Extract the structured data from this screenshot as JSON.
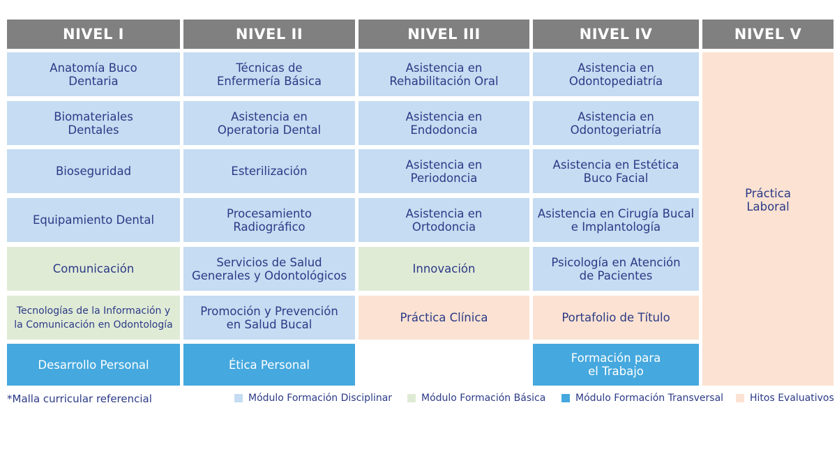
{
  "headers": [
    "NIVEL I",
    "NIVEL II",
    "NIVEL III",
    "NIVEL IV",
    "NIVEL V"
  ],
  "cells": {
    "n1": [
      "Anatomía Buco\nDentaria",
      "Biomateriales\nDentales",
      "Bioseguridad",
      "Equipamiento Dental",
      "Comunicación",
      "Tecnologías de la Información y\nla Comunicación en Odontología",
      "Desarrollo Personal"
    ],
    "n2": [
      "Técnicas de\nEnfermería Básica",
      "Asistencia en\nOperatoria Dental",
      "Esterilización",
      "Procesamiento\nRadiográfico",
      "Servicios de Salud\nGenerales y Odontológicos",
      "Promoción y Prevención\nen Salud Bucal",
      "Ética Personal"
    ],
    "n3": [
      "Asistencia en\nRehabilitación Oral",
      "Asistencia en\nEndodoncia",
      "Asistencia en\nPeriodoncia",
      "Asistencia en\nOrtodoncia",
      "Innovación",
      "Práctica Clínica"
    ],
    "n4": [
      "Asistencia en\nOdontopediatría",
      "Asistencia en\nOdontogeriatría",
      "Asistencia en Estética\nBuco Facial",
      "Asistencia en Cirugía Bucal\ne Implantología",
      "Psicología en Atención\nde Pacientes",
      "Portafolio de Título",
      "Formación para\nel Trabajo"
    ],
    "n5": "Práctica\nLaboral"
  },
  "footnote": "*Malla curricular referencial",
  "legend": [
    {
      "label": "Módulo Formación Disciplinar",
      "color": "#c5dcf2"
    },
    {
      "label": "Módulo Formación Básica",
      "color": "#e0ebd6"
    },
    {
      "label": "Módulo Formación Transversal",
      "color": "#45a8de"
    },
    {
      "label": "Hitos Evaluativos",
      "color": "#fbe2d2"
    }
  ],
  "colors": {
    "header": "#808080",
    "disciplinar": "#c5dcf2",
    "basica": "#e0ebd6",
    "transversal": "#45a8de",
    "hitos": "#fbe2d2",
    "text": "#2b3a86"
  }
}
